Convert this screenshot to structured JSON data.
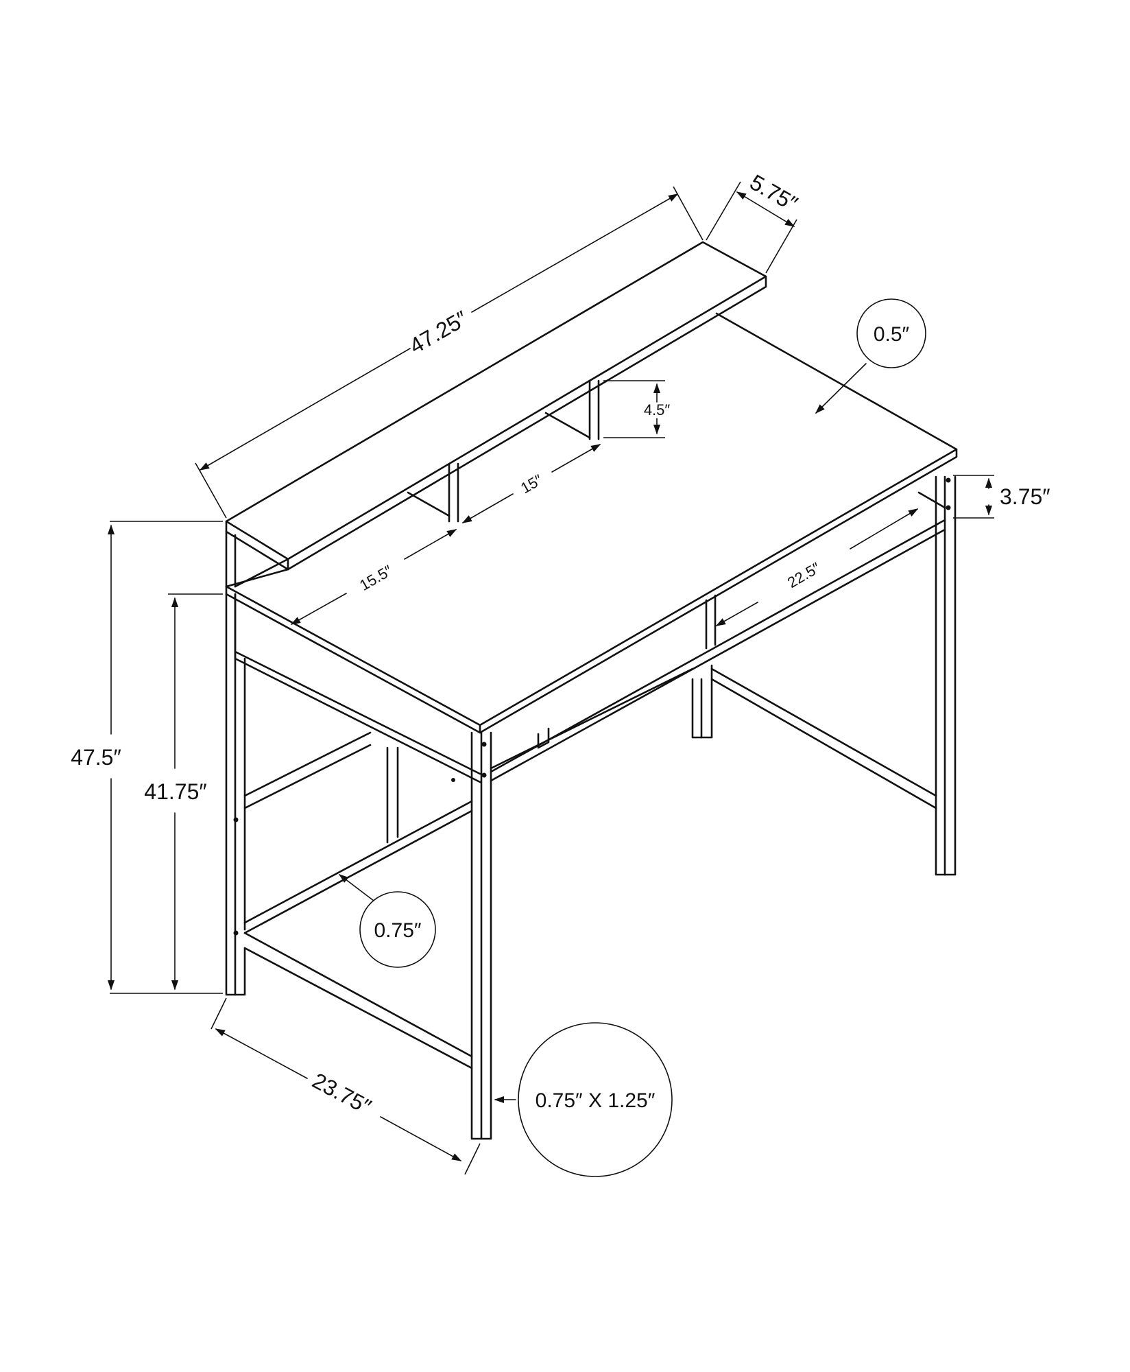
{
  "dimensions": {
    "top_shelf_width": "47.25″",
    "top_shelf_depth": "5.75″",
    "desktop_thickness": "0.5″",
    "riser_height": "4.5″",
    "cubby_width_center": "15″",
    "cubby_width_left": "15.5″",
    "apron_height": "3.75″",
    "under_shelf_width": "22.5″",
    "overall_height": "47.5″",
    "desk_height": "41.75″",
    "overall_depth": "23.75″",
    "frame_tube": "0.75″",
    "leg_size": "0.75″ X 1.25″"
  },
  "colors": {
    "line": "#111111",
    "background": "#ffffff"
  }
}
